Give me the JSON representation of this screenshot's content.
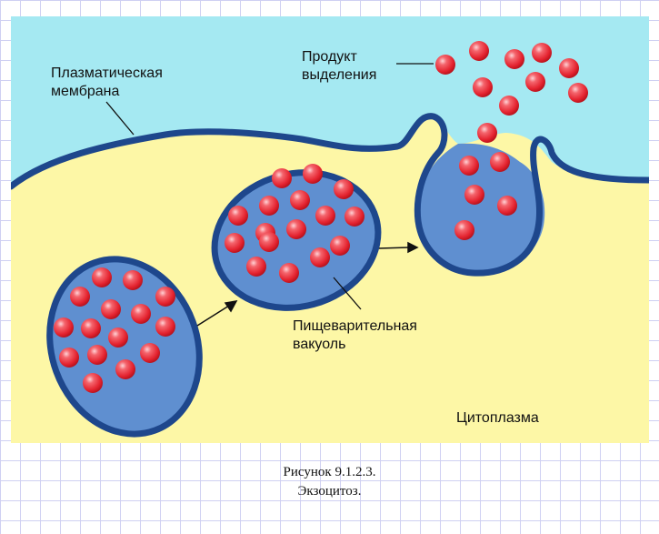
{
  "labels": {
    "membrane": [
      "Плазматическая",
      "мембрана"
    ],
    "product": [
      "Продукт",
      "выделения"
    ],
    "vacuole": [
      "Пищеварительная",
      "вакуоль"
    ],
    "cytoplasm": "Цитоплазма"
  },
  "caption": {
    "line1": "Рисунок 9.1.2.3.",
    "line2": "Экзоцитоз."
  },
  "cutoff_text": "",
  "colors": {
    "extracellular": "#a5e9f2",
    "cytoplasm": "#fdf7a6",
    "membrane": "#1e478c",
    "vacuole_fill": "#5f8fd0",
    "particle": "#e8323e",
    "grid": "#cfd0f2"
  }
}
